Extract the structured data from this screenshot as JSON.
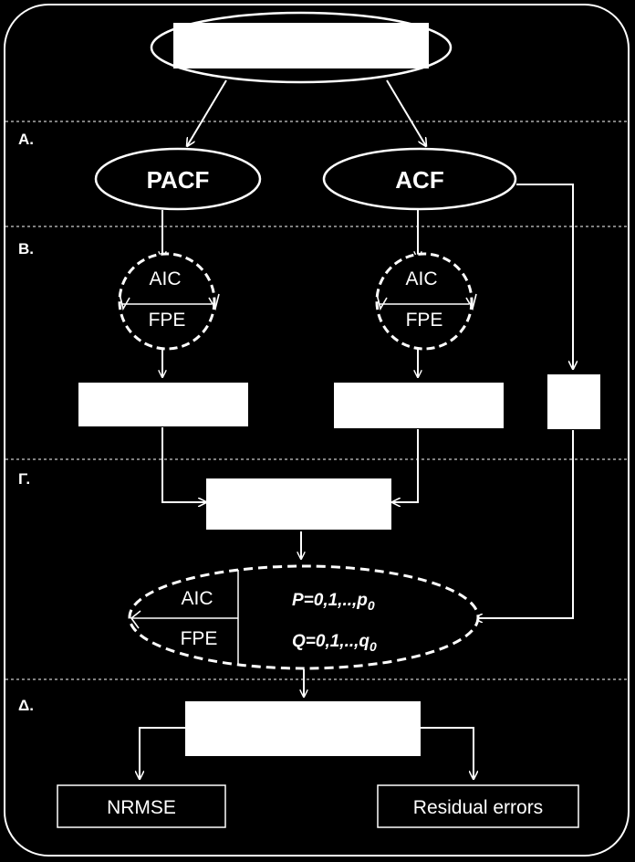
{
  "stages": {
    "a": "A.",
    "b": "B.",
    "g": "Γ.",
    "d": "Δ."
  },
  "nodes": {
    "pacf": "PACF",
    "acf": "ACF",
    "left_criteria_top": "AIC",
    "left_criteria_bottom": "FPE",
    "right_criteria_top": "AIC",
    "right_criteria_bottom": "FPE",
    "model_criteria_top": "AIC",
    "model_criteria_bottom": "FPE",
    "nrmse": "NRMSE",
    "residual_errors": "Residual errors"
  },
  "ranges": {
    "p_text": "P=0,1,..,p",
    "p_sub": "0",
    "q_text": "Q=0,1,..,q",
    "q_sub": "0"
  }
}
